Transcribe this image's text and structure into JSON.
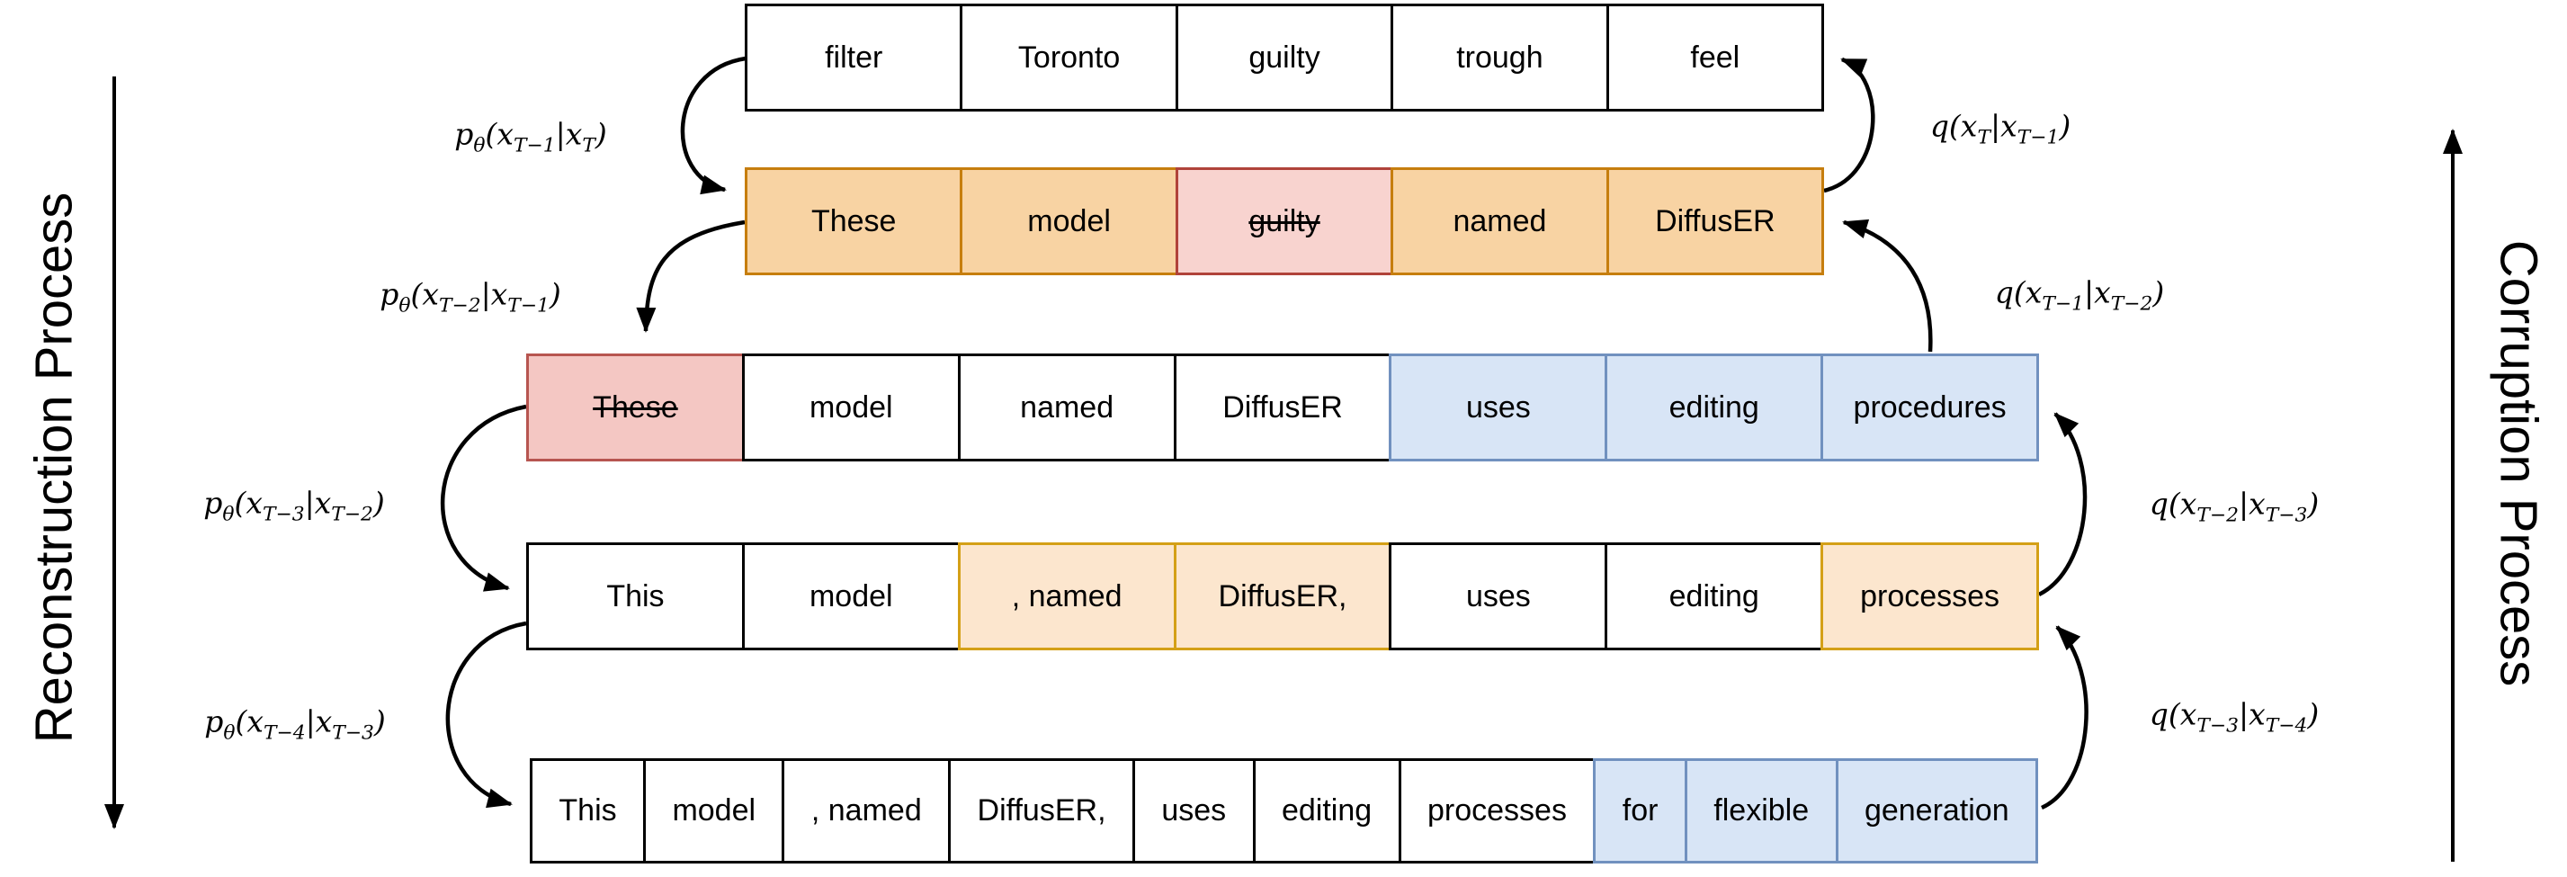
{
  "figure": {
    "left_axis_label": "Reconstruction Process",
    "right_axis_label": "Corruption Process"
  },
  "transitions": {
    "left": [
      "p_{θ}(x_{T−1}|x_{T})",
      "p_{θ}(x_{T−2}|x_{T−1})",
      "p_{θ}(x_{T−3}|x_{T−2})",
      "p_{θ}(x_{T−4}|x_{T−3})"
    ],
    "right": [
      "q(x_{T}|x_{T−1})",
      "q(x_{T−1}|x_{T−2})",
      "q(x_{T−2}|x_{T−3})",
      "q(x_{T−3}|x_{T−4})"
    ]
  },
  "colors": {
    "white": {
      "fill": "#ffffff",
      "stroke": "#000000"
    },
    "orange": {
      "fill": "#f8d3a3",
      "stroke": "#c67e0e"
    },
    "orange_light": {
      "fill": "#fce6ce",
      "stroke": "#d4a017"
    },
    "pink": {
      "fill": "#f4c7c3",
      "stroke": "#b75550"
    },
    "pink_dark": {
      "fill": "#f8d3cf",
      "stroke": "#b0433a"
    },
    "blue": {
      "fill": "#d8e5f6",
      "stroke": "#7191bf"
    }
  },
  "rows": [
    {
      "name": "tokens-xT",
      "cells": [
        {
          "text": "filter",
          "style": "white"
        },
        {
          "text": "Toronto",
          "style": "white"
        },
        {
          "text": "guilty",
          "style": "white"
        },
        {
          "text": "trough",
          "style": "white"
        },
        {
          "text": "feel",
          "style": "white"
        }
      ]
    },
    {
      "name": "tokens-xT-1",
      "cells": [
        {
          "text": "These",
          "style": "orange"
        },
        {
          "text": "model",
          "style": "orange"
        },
        {
          "text": "guilty",
          "style": "pink_dark",
          "strike": true
        },
        {
          "text": "named",
          "style": "orange"
        },
        {
          "text": "DiffusER",
          "style": "orange"
        }
      ]
    },
    {
      "name": "tokens-xT-2",
      "cells": [
        {
          "text": "These",
          "style": "pink",
          "strike": true
        },
        {
          "text": "model",
          "style": "white"
        },
        {
          "text": "named",
          "style": "white"
        },
        {
          "text": "DiffusER",
          "style": "white"
        },
        {
          "text": "uses",
          "style": "blue"
        },
        {
          "text": "editing",
          "style": "blue"
        },
        {
          "text": "procedures",
          "style": "blue"
        }
      ]
    },
    {
      "name": "tokens-xT-3",
      "cells": [
        {
          "text": "This",
          "style": "white"
        },
        {
          "text": "model",
          "style": "white"
        },
        {
          "text": ", named",
          "style": "orange_light"
        },
        {
          "text": "DiffusER,",
          "style": "orange_light"
        },
        {
          "text": "uses",
          "style": "white"
        },
        {
          "text": "editing",
          "style": "white"
        },
        {
          "text": "processes",
          "style": "orange_light"
        }
      ]
    },
    {
      "name": "tokens-xT-4",
      "cells": [
        {
          "text": "This",
          "style": "white"
        },
        {
          "text": "model",
          "style": "white"
        },
        {
          "text": ", named",
          "style": "white"
        },
        {
          "text": "DiffusER,",
          "style": "white"
        },
        {
          "text": "uses",
          "style": "white"
        },
        {
          "text": "editing",
          "style": "white"
        },
        {
          "text": "processes",
          "style": "white"
        },
        {
          "text": "for",
          "style": "blue"
        },
        {
          "text": "flexible",
          "style": "blue"
        },
        {
          "text": "generation",
          "style": "blue"
        }
      ]
    }
  ]
}
